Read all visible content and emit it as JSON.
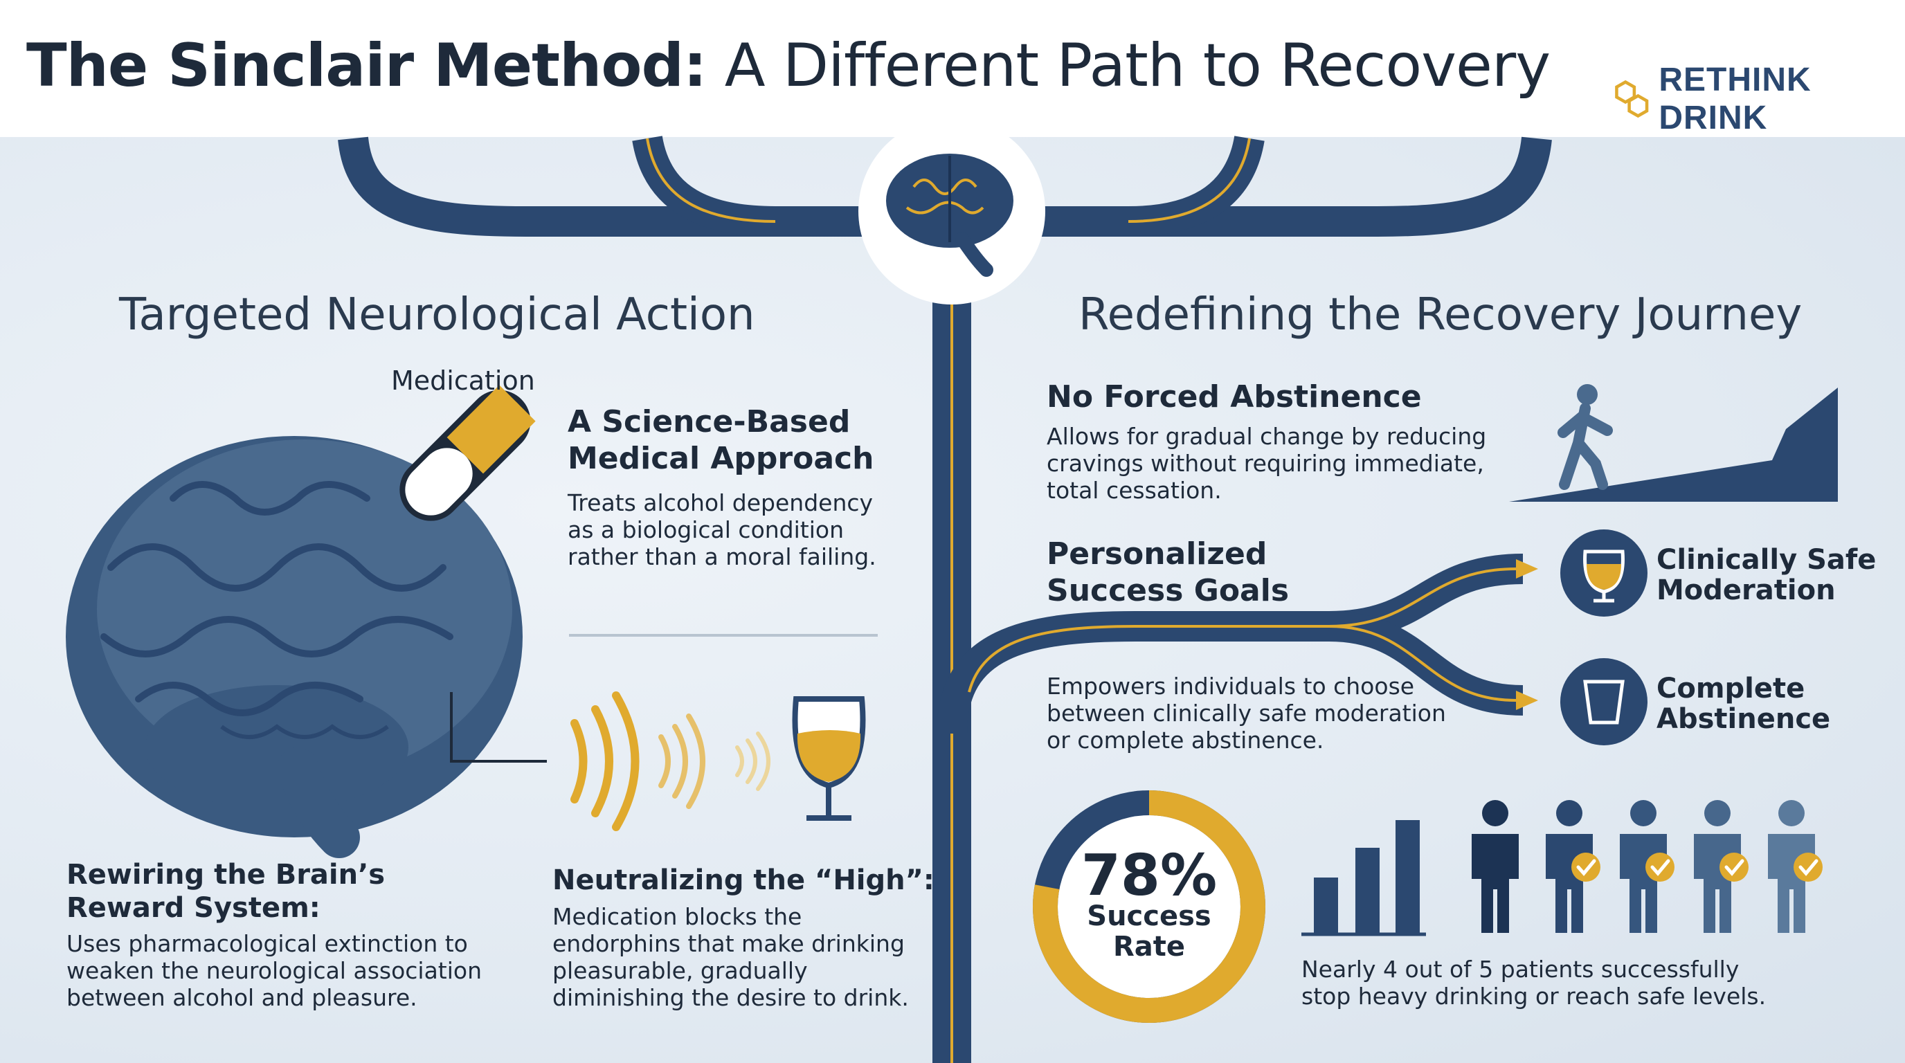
{
  "header": {
    "title_bold": "The Sinclair Method:",
    "title_light": "A Different Path to Recovery",
    "logo_text": "RETHINK DRINK"
  },
  "left": {
    "section_title": "Targeted Neurological Action",
    "medication_label": "Medication",
    "science": {
      "title_line1": "A Science-Based",
      "title_line2": "Medical Approach",
      "body_line1": "Treats alcohol dependency",
      "body_line2": "as a biological condition",
      "body_line3": "rather than a moral failing."
    },
    "rewiring": {
      "title_line1": "Rewiring the Brain’s",
      "title_line2": "Reward System:",
      "body_line1": "Uses pharmacological extinction to",
      "body_line2": "weaken the neurological association",
      "body_line3": "between alcohol and pleasure."
    },
    "neutralizing": {
      "title": "Neutralizing the “High”:",
      "body_line1": "Medication blocks the",
      "body_line2": "endorphins that make drinking",
      "body_line3": "pleasurable, gradually",
      "body_line4": "diminishing the desire to drink."
    }
  },
  "right": {
    "section_title": "Redefining the Recovery Journey",
    "abstinence": {
      "title": "No Forced Abstinence",
      "body_line1": "Allows for gradual change by reducing",
      "body_line2": "cravings without requiring immediate,",
      "body_line3": "total cessation."
    },
    "goals": {
      "title_line1": "Personalized",
      "title_line2": "Success Goals",
      "body_line1": "Empowers individuals to choose",
      "body_line2": "between clinically safe moderation",
      "body_line3": "or complete abstinence.",
      "option1_line1": "Clinically Safe",
      "option1_line2": "Moderation",
      "option2_line1": "Complete",
      "option2_line2": "Abstinence"
    },
    "stat": {
      "percent": "78%",
      "label_line1": "Success",
      "label_line2": "Rate",
      "value": 0.78,
      "caption_line1": "Nearly 4 out of 5 patients successfully",
      "caption_line2": "stop heavy drinking or reach safe levels.",
      "people_total": 5,
      "people_checked": 4
    }
  },
  "colors": {
    "navy": "#2b4870",
    "gold": "#e0aa2e",
    "slate": "#4a6a8e",
    "text": "#1e2a3a"
  },
  "icons": [
    "brain-icon",
    "pill-icon",
    "wine-glass-icon",
    "walking-person-icon",
    "moderation-glass-icon",
    "empty-glass-icon",
    "bar-chart-icon",
    "person-icon",
    "check-icon"
  ]
}
